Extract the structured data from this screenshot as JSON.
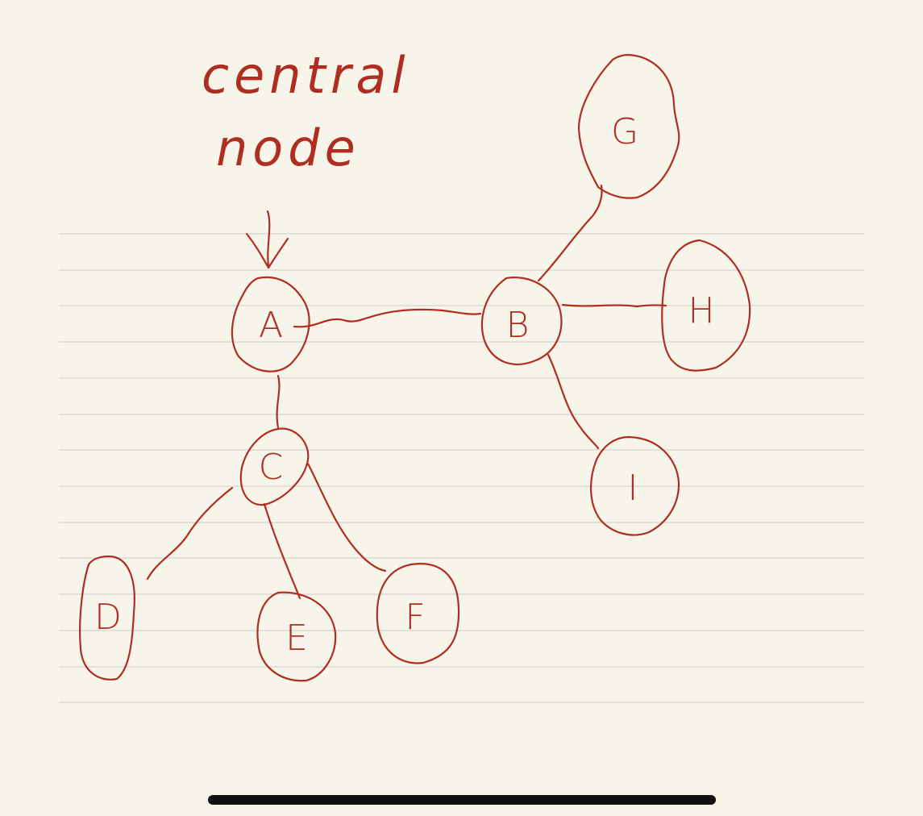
{
  "ink_color": "#b02d22",
  "paper_color": "#f7f5ea",
  "rule_color": "#d4d4d0",
  "annotation": {
    "line1": "central",
    "line2": "node"
  },
  "nodes": [
    {
      "id": "A",
      "label": "A"
    },
    {
      "id": "B",
      "label": "B"
    },
    {
      "id": "C",
      "label": "C"
    },
    {
      "id": "D",
      "label": "D"
    },
    {
      "id": "E",
      "label": "E"
    },
    {
      "id": "F",
      "label": "F"
    },
    {
      "id": "G",
      "label": "G"
    },
    {
      "id": "H",
      "label": "H"
    },
    {
      "id": "I",
      "label": "I"
    }
  ],
  "edges": [
    {
      "from": "A",
      "to": "B"
    },
    {
      "from": "A",
      "to": "C"
    },
    {
      "from": "B",
      "to": "G"
    },
    {
      "from": "B",
      "to": "H"
    },
    {
      "from": "B",
      "to": "I"
    },
    {
      "from": "C",
      "to": "D"
    },
    {
      "from": "C",
      "to": "E"
    },
    {
      "from": "C",
      "to": "F"
    }
  ]
}
